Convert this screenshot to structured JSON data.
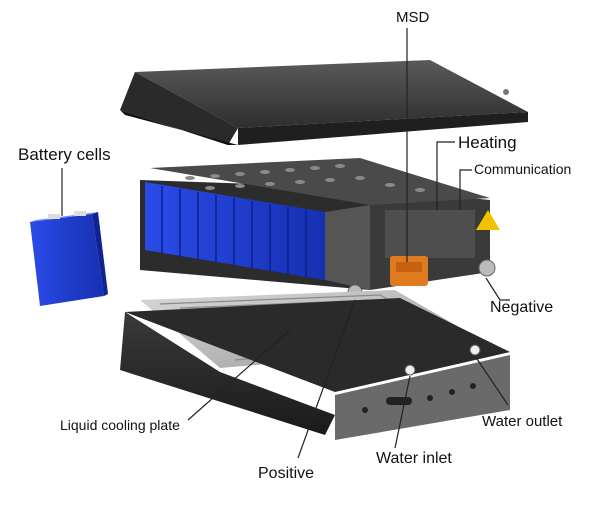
{
  "labels": {
    "msd": "MSD",
    "heating": "Heating",
    "communication": "Communication",
    "battery_cells": "Battery cells",
    "negative": "Negative",
    "liquid_cooling_plate": "Liquid cooling plate",
    "water_outlet": "Water outlet",
    "water_inlet": "Water inlet",
    "positive": "Positive"
  },
  "colors": {
    "cell_blue": "#1f3fd6",
    "housing_dark": "#2b2b2b",
    "connector_orange": "#e07a1e",
    "warning_yellow": "#f2c200",
    "cooling_plate": "#b8b8b8"
  }
}
